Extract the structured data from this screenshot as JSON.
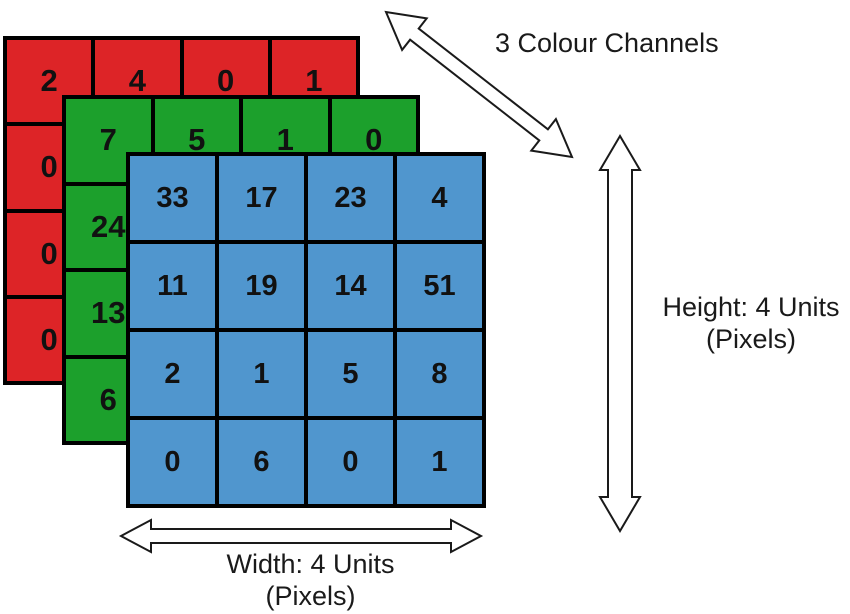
{
  "labels": {
    "channels": "3 Colour Channels",
    "height": "Height: 4 Units",
    "height_units": "(Pixels)",
    "width": "Width: 4 Units",
    "width_units": "(Pixels)"
  },
  "colors": {
    "red_channel": "#DD2427",
    "green_channel": "#1CA02C",
    "blue_channel": "#5096CE",
    "grid_border": "#000000",
    "arrow_outline": "#1a1a1a"
  },
  "channels": [
    {
      "name": "red",
      "color_key": "red_channel",
      "cells": [
        [
          "2",
          "4",
          "0",
          "1"
        ],
        [
          "0",
          "",
          "",
          ""
        ],
        [
          "0",
          "",
          "",
          ""
        ],
        [
          "0",
          "",
          "",
          ""
        ]
      ]
    },
    {
      "name": "green",
      "color_key": "green_channel",
      "cells": [
        [
          "7",
          "5",
          "1",
          "0"
        ],
        [
          "24",
          "",
          "",
          ""
        ],
        [
          "13",
          "",
          "",
          ""
        ],
        [
          "6",
          "",
          "",
          ""
        ]
      ]
    },
    {
      "name": "blue",
      "color_key": "blue_channel",
      "cells": [
        [
          "33",
          "17",
          "23",
          "4"
        ],
        [
          "11",
          "19",
          "14",
          "51"
        ],
        [
          "2",
          "1",
          "5",
          "8"
        ],
        [
          "0",
          "6",
          "0",
          "1"
        ]
      ]
    }
  ]
}
